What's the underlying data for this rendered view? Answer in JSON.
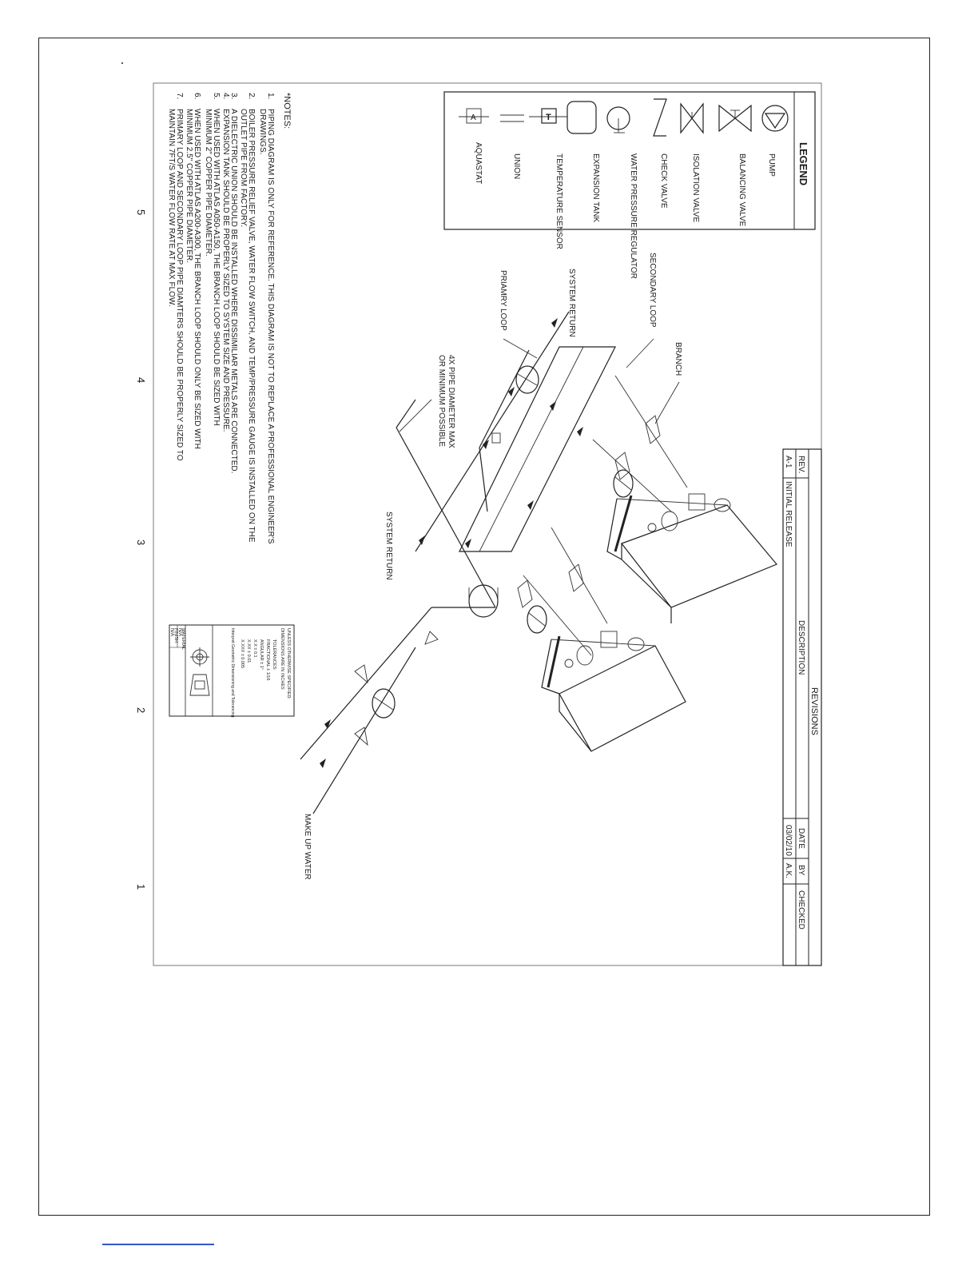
{
  "legend": {
    "title": "LEGEND",
    "items": [
      {
        "icon": "pump-icon",
        "label": "PUMP"
      },
      {
        "icon": "balancing-valve-icon",
        "label": "BALANCING VALVE"
      },
      {
        "icon": "isolation-valve-icon",
        "label": "ISOLATION VALVE"
      },
      {
        "icon": "check-valve-icon",
        "label": "CHECK VALVE"
      },
      {
        "icon": "water-pressure-regulator-icon",
        "label": "WATER PRESSURE REGULATOR"
      },
      {
        "icon": "expansion-tank-icon",
        "label": "EXPANSION TANK"
      },
      {
        "icon": "temperature-sensor-icon",
        "label": "TEMPERATURE SENSOR"
      },
      {
        "icon": "union-icon",
        "label": "UNION"
      },
      {
        "icon": "aquastat-icon",
        "label": "AQUASTAT"
      }
    ],
    "symbols": {
      "temperature_sensor": "T",
      "aquastat": "A"
    }
  },
  "notes": {
    "heading": "*NOTES:",
    "items": [
      {
        "num": "1.",
        "text": "PIPING DIAGRAM IS ONLY FOR REFERENCE. THIS DIAGRAM IS NOT TO REPLACE A PROFESSIONAL ENGINEER'S"
      },
      {
        "num": "",
        "text": "DRAWINGS."
      },
      {
        "num": "2.",
        "text": "BOILER PRESSURE RELIEF VALVE, WATER FLOW SWITCH, AND TEMP/PRESSURE GAUGE IS INSTALLED ON THE"
      },
      {
        "num": "",
        "text": "OUTLET PIPE FROM FACTORY."
      },
      {
        "num": "3.",
        "text": "A DIELECTRIC UNION SHOULD BE INSTALLED WHERE DISSIMILIAR METALS ARE CONNECTED."
      },
      {
        "num": "4.",
        "text": "EXPANSION TANK SHOULD BE PROPERLY SIZED TO SYSTEM SIZE AND PRESSURE."
      },
      {
        "num": "5.",
        "text": "WHEN USED WITH ATLAS A050-A150, THE BRANCH LOOP SHOULD BE SIZED WITH"
      },
      {
        "num": "",
        "text": "MINIMUM 2\" COPPER PIPE DIAMETER."
      },
      {
        "num": "6.",
        "text": "WHEN USED WITH ATLAS A200-A300, THE BRANCH LOOP SHOULD ONLY BE SIZED WITH"
      },
      {
        "num": "",
        "text": "MINIMUM 2.5\" COPPER PIPE DIAMETER."
      },
      {
        "num": "7.",
        "text": "PRIMARY LOOP AND SECONDARY LOOP PIPE DIAMTERS SHOULD BE PROPERLY SIZED TO"
      },
      {
        "num": "",
        "text": "MAINTAIN 7FT/S WATER FLOW RATE AT MAX FLOW."
      }
    ]
  },
  "callouts": {
    "branch": "BRANCH",
    "secondary_loop": "SECONDARY LOOP",
    "system_return_top": "SYSTEM RETURN",
    "primary_loop": "PRIAMRY LOOP",
    "pipe_diameter_line1": "4X PIPE DIAMETER MAX",
    "pipe_diameter_line2": "OR MINIMUM POSSIBLE",
    "system_return_bottom": "SYSTEM RETURN",
    "make_up_water": "MAKE UP WATER"
  },
  "revisions": {
    "title": "REVISIONS",
    "headers": {
      "rev": "REV.",
      "description": "DESCRIPTION",
      "date": "DATE",
      "by": "BY",
      "checked": "CHECKED"
    },
    "rows": [
      {
        "rev": "A-1",
        "description": "INITIAL RELEASE",
        "date": "03/02/10",
        "by": "A.K.",
        "checked": ""
      }
    ]
  },
  "title_block": {
    "line1": "UNLESS OTHERWISE SPECIFIED:",
    "line2": "DIMENSIONS ARE IN INCHES",
    "line3": "TOLERANCES:",
    "line4": "FRACTIONAL ± 1/16",
    "line5": "ANGULAR ± 1°",
    "line6": "X.X ± 0.1",
    "line7": "X.XX ± 0.01",
    "line8": "X.XXX ± 0.005",
    "line9": "Interpret Geometric Dimensioning and Tolerancing",
    "material_label": "MATERIAL",
    "material_value": "N/A",
    "finish_label": "FINISH",
    "finish_value": "N/A"
  },
  "zone_numbers": [
    "5",
    "4",
    "3",
    "2",
    "1"
  ]
}
